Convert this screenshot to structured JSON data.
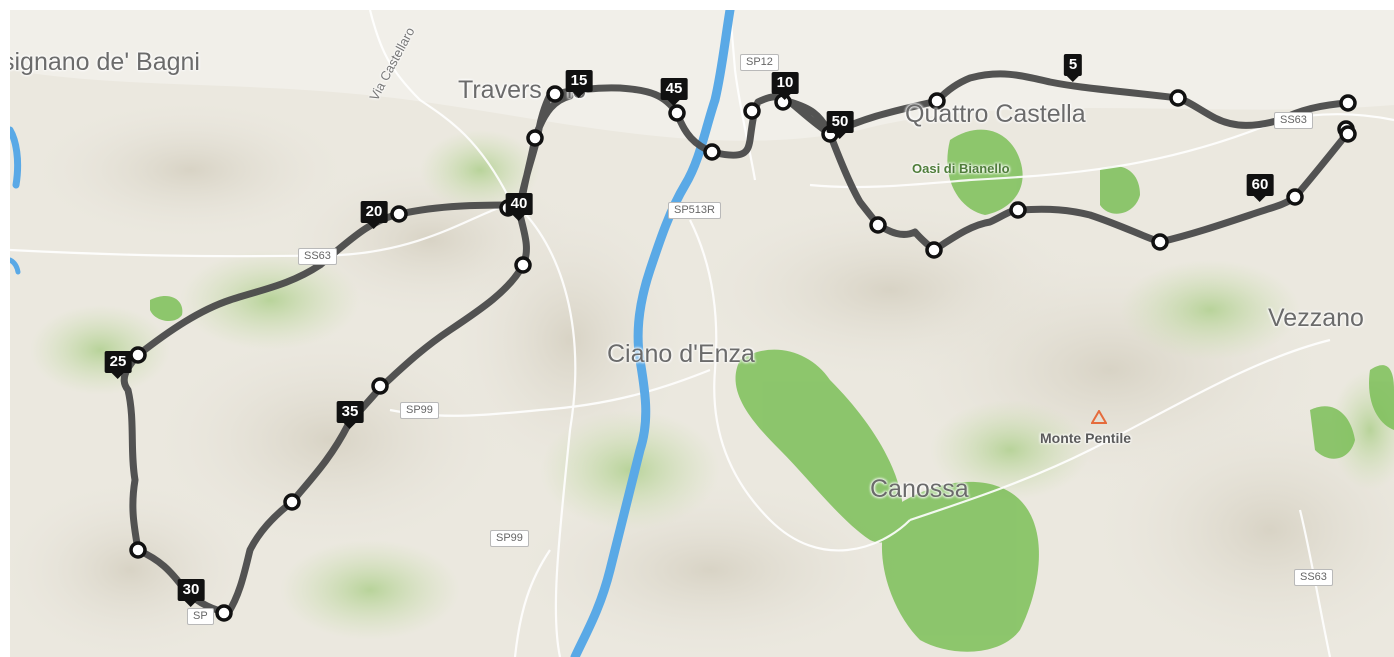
{
  "map": {
    "places": [
      {
        "id": "place-signano",
        "label": "signano de' Bagni",
        "big": true
      },
      {
        "id": "place-traversetolo",
        "label": "Travers lo",
        "big": true
      },
      {
        "id": "place-quattro-castella",
        "label": "Quattro Castella",
        "big": true
      },
      {
        "id": "place-ciano",
        "label": "Ciano d'Enza",
        "big": true
      },
      {
        "id": "place-vezzano",
        "label": "Vezzano",
        "big": true
      },
      {
        "id": "place-canossa",
        "label": "Canossa",
        "big": true
      },
      {
        "id": "place-monte-pentile",
        "label": "Monte Pentile"
      },
      {
        "id": "place-oasi",
        "label": "Oasi di Bianello"
      },
      {
        "id": "road-via-castellaro",
        "label": "Via Castellaro"
      }
    ],
    "shields": [
      "SP12",
      "SP513R",
      "SS63",
      "SP99",
      "SP99",
      "SS63",
      "SS63",
      "SP"
    ],
    "km_markers": [
      "5",
      "10",
      "15",
      "20",
      "25",
      "30",
      "35",
      "40",
      "45",
      "50",
      "60"
    ],
    "colors": {
      "route": "#4a4a4a",
      "river": "#5aa9e6",
      "forest": "#6fb24d",
      "terrain": "#e9e6dd",
      "marker": "#111111"
    }
  }
}
